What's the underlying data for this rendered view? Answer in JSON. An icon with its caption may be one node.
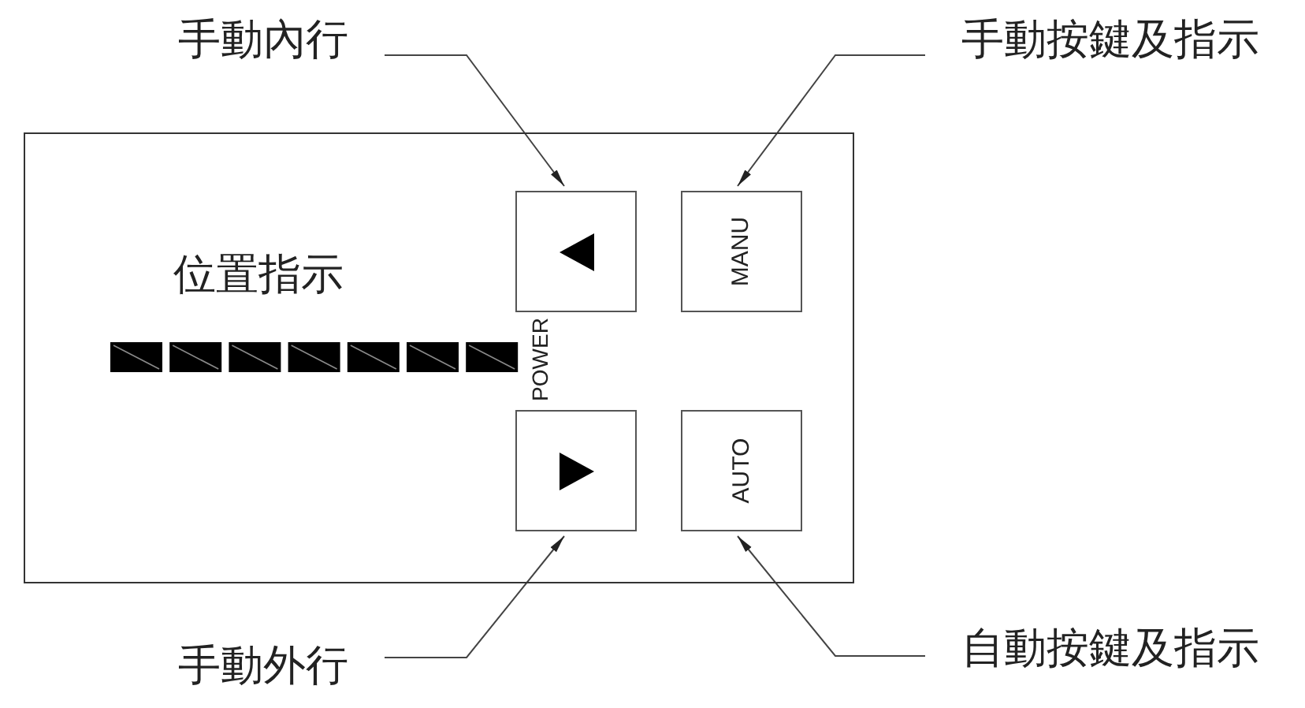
{
  "diagram": {
    "nodes": [
      {
        "text": [
          "手動內行"
        ]
      },
      {
        "text": [
          "手動按鍵及指示"
        ]
      },
      {
        "text": [],
        "shape": "box"
      },
      {
        "text": [],
        "shape": "box",
        "in": 2
      },
      {
        "text": [
          "MANU"
        ],
        "in": 2
      },
      {
        "text": [],
        "shape": "box",
        "in": 2
      },
      {
        "text": [
          "AUTO"
        ],
        "in": 2
      },
      {
        "text": [
          "手動外行"
        ]
      },
      {
        "text": [
          "自動按鍵及指示"
        ]
      }
    ],
    "edges": [
      {
        "from": 0,
        "to": 3,
        "arrow": "to"
      },
      {
        "from": 1,
        "to": 4,
        "arrow": "to"
      },
      {
        "from": 7,
        "to": 5,
        "arrow": "to"
      },
      {
        "from": 8,
        "to": 6,
        "arrow": "to"
      }
    ],
    "labels": [
      "位置指示",
      "POWER"
    ]
  }
}
